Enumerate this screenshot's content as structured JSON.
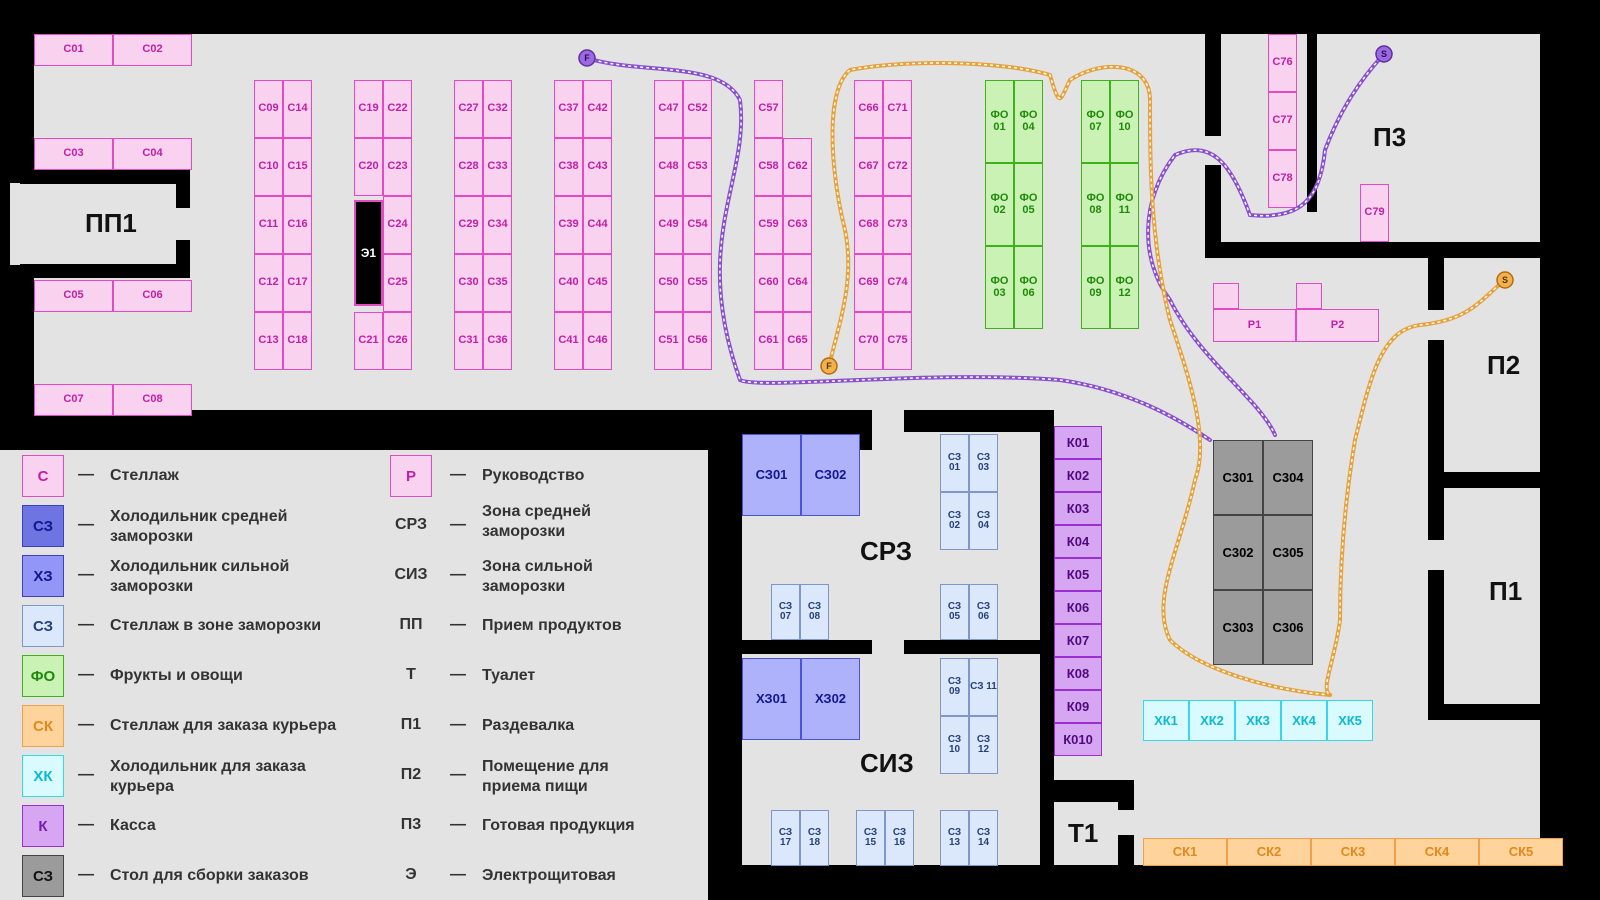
{
  "cells": {
    "c01": "С01",
    "c02": "С02",
    "c03": "С03",
    "c04": "С04",
    "c05": "С05",
    "c06": "С06",
    "c07": "С07",
    "c08": "С08",
    "c09": "С09",
    "c10": "С10",
    "c11": "С11",
    "c12": "С12",
    "c13": "С13",
    "c14": "С14",
    "c15": "С15",
    "c16": "С16",
    "c17": "С17",
    "c18": "С18",
    "c19": "С19",
    "c20": "С20",
    "c21": "С21",
    "c22": "С22",
    "c23": "С23",
    "c24": "С24",
    "c25": "С25",
    "c26": "С26",
    "c27": "С27",
    "c28": "С28",
    "c29": "С29",
    "c30": "С30",
    "c31": "С31",
    "c32": "С32",
    "c33": "С33",
    "c34": "С34",
    "c35": "С35",
    "c36": "С36",
    "c37": "С37",
    "c38": "С38",
    "c39": "С39",
    "c40": "С40",
    "c41": "С41",
    "c42": "С42",
    "c43": "С43",
    "c44": "С44",
    "c45": "С45",
    "c46": "С46",
    "c47": "С47",
    "c48": "С48",
    "c49": "С49",
    "c50": "С50",
    "c51": "С51",
    "c52": "С52",
    "c53": "С53",
    "c54": "С54",
    "c55": "С55",
    "c56": "С56",
    "c57": "С57",
    "c58": "С58",
    "c59": "С59",
    "c60": "С60",
    "c61": "С61",
    "c62": "С62",
    "c63": "С63",
    "c64": "С64",
    "c65": "С65",
    "c66": "С66",
    "c67": "С67",
    "c68": "С68",
    "c69": "С69",
    "c70": "С70",
    "c71": "С71",
    "c72": "С72",
    "c73": "С73",
    "c74": "С74",
    "c75": "С75",
    "c76": "С76",
    "c77": "С77",
    "c78": "С78",
    "c79": "С79",
    "e1": "Э1",
    "fo01": "ФО 01",
    "fo02": "ФО 02",
    "fo03": "ФО 03",
    "fo04": "ФО 04",
    "fo05": "ФО 05",
    "fo06": "ФО 06",
    "fo07": "ФО 07",
    "fo08": "ФО 08",
    "fo09": "ФО 09",
    "fo10": "ФО 10",
    "fo11": "ФО 11",
    "fo12": "ФО 12",
    "p1": "Р1",
    "p2": "Р2",
    "sz301": "СЗ01",
    "sz302": "СЗ02",
    "hz301": "ХЗ01",
    "hz302": "ХЗ02",
    "sz01": "СЗ 01",
    "sz02": "СЗ 02",
    "sz03": "СЗ 03",
    "sz04": "СЗ 04",
    "sz05": "СЗ 05",
    "sz06": "СЗ 06",
    "sz07": "СЗ 07",
    "sz08": "СЗ 08",
    "sz09": "СЗ 09",
    "sz10": "СЗ 10",
    "sz11": "СЗ 11",
    "sz12": "СЗ 12",
    "sz13": "СЗ 13",
    "sz14": "СЗ 14",
    "sz15": "СЗ 15",
    "sz16": "СЗ 16",
    "sz17": "СЗ 17",
    "sz18": "СЗ 18",
    "k01": "К01",
    "k02": "К02",
    "k03": "К03",
    "k04": "К04",
    "k05": "К05",
    "k06": "К06",
    "k07": "К07",
    "k08": "К08",
    "k09": "К09",
    "k010": "К010",
    "st301": "С301",
    "st302": "С302",
    "st303": "С303",
    "st304": "С304",
    "st305": "С305",
    "st306": "С306",
    "hk1": "ХК1",
    "hk2": "ХК2",
    "hk3": "ХК3",
    "hk4": "ХК4",
    "hk5": "ХК5",
    "sk1": "СК1",
    "sk2": "СК2",
    "sk3": "СК3",
    "sk4": "СК4",
    "sk5": "СК5"
  },
  "rooms": {
    "pp1": "ПП1",
    "p3": "П3",
    "p2": "П2",
    "p1": "П1",
    "srz": "СРЗ",
    "siz": "СИЗ",
    "t1": "Т1"
  },
  "markers": {
    "start": "S",
    "finish": "F"
  },
  "legend": {
    "left": [
      {
        "code": "С",
        "text1": "Стеллаж",
        "text2": ""
      },
      {
        "code": "СЗ",
        "text1": "Холодильник средней",
        "text2": "заморозки"
      },
      {
        "code": "ХЗ",
        "text1": "Холодильник сильной",
        "text2": "заморозки"
      },
      {
        "code": "СЗ",
        "text1": "Стеллаж в зоне заморозки",
        "text2": ""
      },
      {
        "code": "ФО",
        "text1": "Фрукты и овощи",
        "text2": ""
      },
      {
        "code": "СК",
        "text1": "Стеллаж для заказа курьера",
        "text2": ""
      },
      {
        "code": "ХК",
        "text1": "Холодильник для заказа",
        "text2": "курьера"
      },
      {
        "code": "К",
        "text1": "Касса",
        "text2": ""
      },
      {
        "code": "СЗ",
        "text1": "Стол для сборки заказов",
        "text2": ""
      }
    ],
    "right": [
      {
        "code": "Р",
        "text1": "Руководство",
        "text2": ""
      },
      {
        "code": "СРЗ",
        "text1": "Зона средней",
        "text2": "заморозки"
      },
      {
        "code": "СИЗ",
        "text1": "Зона сильной",
        "text2": "заморозки"
      },
      {
        "code": "ПП",
        "text1": "Прием продуктов",
        "text2": ""
      },
      {
        "code": "Т",
        "text1": "Туалет",
        "text2": ""
      },
      {
        "code": "П1",
        "text1": "Раздевалка",
        "text2": ""
      },
      {
        "code": "П2",
        "text1": "Помещение для",
        "text2": "приема пищи"
      },
      {
        "code": "П3",
        "text1": "Готовая продукция",
        "text2": ""
      },
      {
        "code": "Э",
        "text1": "Электрощитовая",
        "text2": ""
      }
    ],
    "dash": "—"
  },
  "colors": {
    "shelf": "#f8d2ee",
    "fruit": "#c9f2b4",
    "freezer_shelf": "#dbe8fb",
    "freezer": "#aeb2fa",
    "cashier": "#d7a6f2",
    "assembly": "#9b9b9b",
    "courier_fridge": "#d9fbff",
    "courier_shelf": "#ffd39c",
    "route_purple": "#8a4fd0",
    "route_orange": "#e8a13a"
  }
}
